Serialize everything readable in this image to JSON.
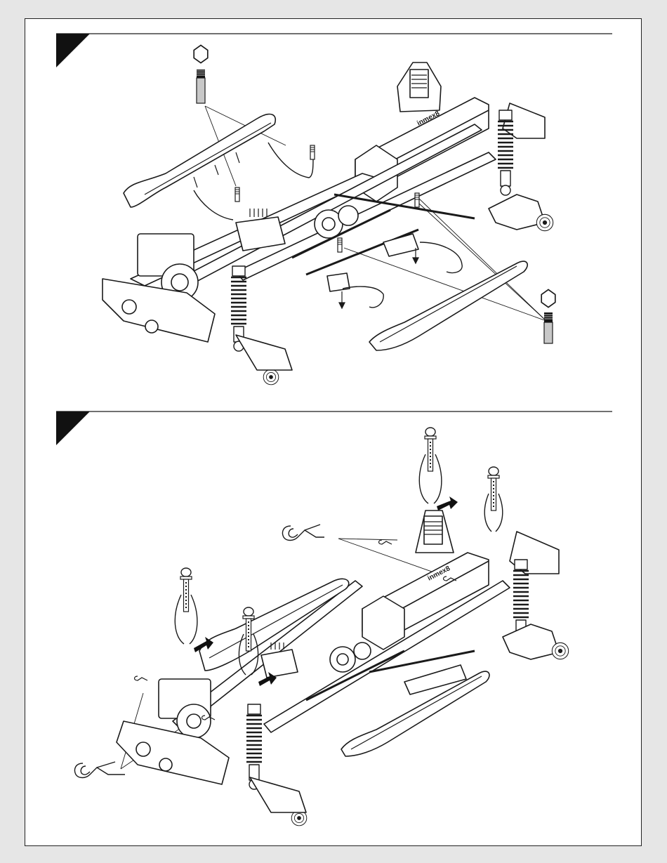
{
  "page": {
    "background": "#e6e6e6",
    "sheet": "#ffffff",
    "line_color": "#1a1a1a",
    "part_fill": "#c8c8c8"
  },
  "steps": [
    {
      "parts": [
        {
          "name": "set-screw",
          "icon": "hex-key-icon"
        },
        {
          "name": "set-screw",
          "icon": "hex-key-icon"
        }
      ]
    },
    {
      "parts": [
        {
          "name": "body-post",
          "icon": "body-post-icon"
        },
        {
          "name": "body-clip",
          "icon": "body-clip-icon"
        }
      ]
    }
  ]
}
